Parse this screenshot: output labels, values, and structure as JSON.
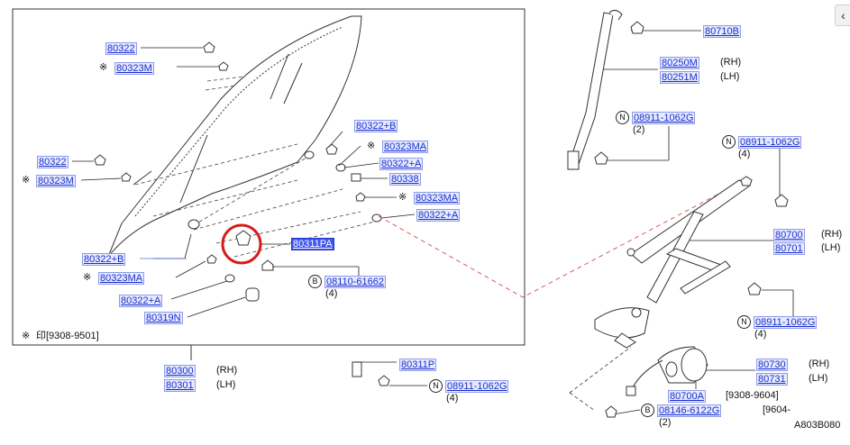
{
  "parts": {
    "p80322_top": "80322",
    "p80323M_top": "80323M",
    "p80322_left": "80322",
    "p80323M_left": "80323M",
    "p80322B_right": "80322+B",
    "p80323MA_right": "80323MA",
    "p80322A_right": "80322+A",
    "p80338": "80338",
    "p80323MA_right2": "80323MA",
    "p80322A_right2": "80322+A",
    "p80311PA": "80311PA",
    "p80322B_bottom": "80322+B",
    "p80323MA_bottom": "80323MA",
    "p80322A_bottom": "80322+A",
    "p80319N": "80319N",
    "p08110": "08110-61662",
    "p80300": "80300",
    "p80301": "80301",
    "p80311P": "80311P",
    "p08911_bottom": "08911-1062G",
    "p80710B": "80710B",
    "p80250M": "80250M",
    "p80251M": "80251M",
    "p08911_a": "08911-1062G",
    "p08911_b": "08911-1062G",
    "p80700": "80700",
    "p80701": "80701",
    "p08911_c": "08911-1062G",
    "p80730": "80730",
    "p80731": "80731",
    "p80700A": "80700A",
    "p08146": "08146-6122G"
  },
  "labels": {
    "rh": "(RH)",
    "lh": "(LH)",
    "qty4": "(4)",
    "qty2": "(2)",
    "note_code": "印[9308-9501]",
    "date_9308_9604": "[9308-9604]",
    "date_9604": "[9604-",
    "diagram_id": "A803B080",
    "star": "※",
    "b": "B",
    "n": "N",
    "back": "‹"
  },
  "colors": {
    "part_bg": "#e6ebff",
    "part_text": "#1a2ecc",
    "selected_bg": "#3f55f0",
    "highlight": "#d81b1b",
    "line": "#222222",
    "leader_blue": "#5a6fd8"
  }
}
